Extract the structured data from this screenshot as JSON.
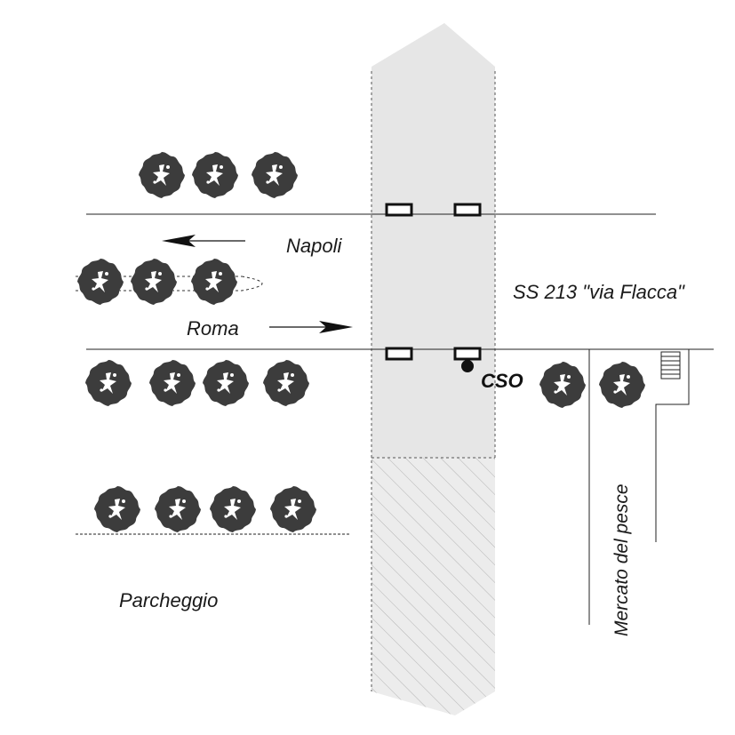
{
  "labels": {
    "napoli": "Napoli",
    "roma": "Roma",
    "road": "SS 213 \"via Flacca\"",
    "cso": "CSO",
    "market": "Mercato del pesce",
    "parking": "Parcheggio"
  },
  "colors": {
    "channel_fill": "#e6e6e6",
    "hatch": "#b4b4b4",
    "tree": "#3c3c3c",
    "line": "#222222"
  },
  "icons": [
    "tree-icon",
    "culvert-icon",
    "cso-outfall-icon",
    "arrow-left-icon",
    "arrow-right-icon",
    "stairs-icon"
  ]
}
